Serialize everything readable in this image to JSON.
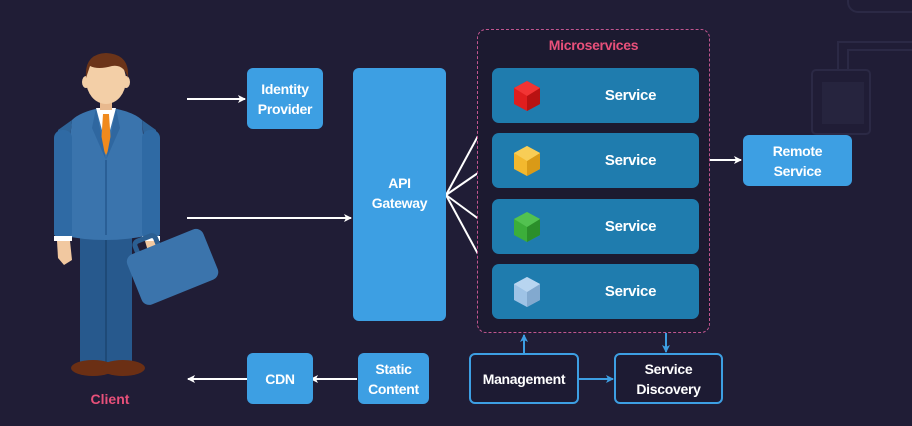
{
  "diagram": {
    "client": {
      "label": "Client"
    },
    "identity_provider": {
      "label_line1": "Identity",
      "label_line2": "Provider"
    },
    "api_gateway": {
      "label_line1": "API",
      "label_line2": "Gateway"
    },
    "microservices": {
      "title": "Microservices",
      "services": [
        {
          "label": "Service",
          "icon": "red-cube-icon",
          "color": "#e01e1e"
        },
        {
          "label": "Service",
          "icon": "yellow-cube-icon",
          "color": "#f3b82e"
        },
        {
          "label": "Service",
          "icon": "green-cube-icon",
          "color": "#3cae3a"
        },
        {
          "label": "Service",
          "icon": "light-blue-cube-icon",
          "color": "#9ec3e6"
        }
      ]
    },
    "remote_service": {
      "label_line1": "Remote",
      "label_line2": "Service"
    },
    "cdn": {
      "label": "CDN"
    },
    "static_content": {
      "label_line1": "Static",
      "label_line2": "Content"
    },
    "management": {
      "label": "Management"
    },
    "service_discovery": {
      "label_line1": "Service",
      "label_line2": "Discovery"
    },
    "colors": {
      "background": "#201d36",
      "box_blue": "#3d9fe3",
      "service_blue": "#1f7cae",
      "accent_pink": "#e8507a"
    }
  }
}
